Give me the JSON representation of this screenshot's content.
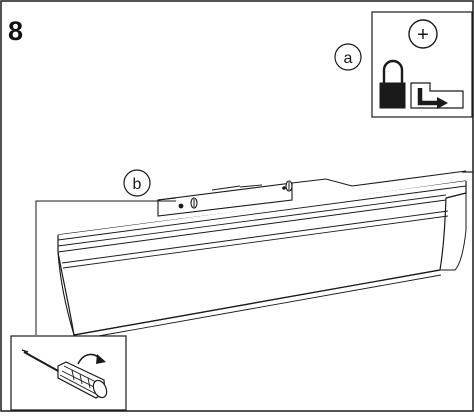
{
  "step": {
    "number": "8"
  },
  "callouts": {
    "a": "a",
    "b": "b"
  },
  "inset_a": {
    "plus_symbol": "+",
    "icons": [
      "plus-circle-icon",
      "padlock-icon",
      "rotate-arrow-icon"
    ]
  },
  "inset_b": {
    "icons": [
      "screwdriver-icon",
      "rotation-arrow-icon"
    ]
  },
  "colors": {
    "line": "#1a1a1a",
    "background": "#ffffff"
  }
}
